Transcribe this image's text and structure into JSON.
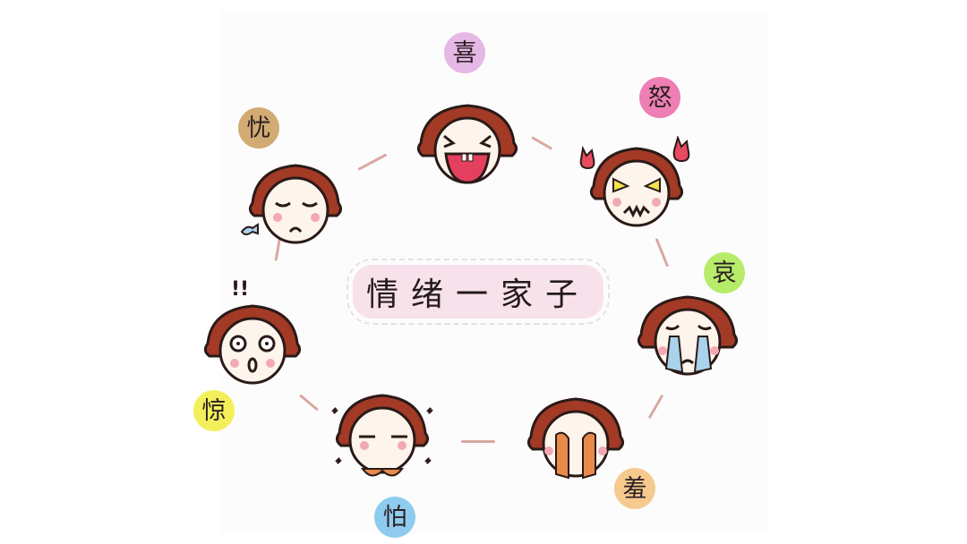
{
  "title": "情绪一家子",
  "emotions": [
    {
      "id": "joy",
      "label": "喜",
      "color": "#e6b8e6",
      "expression": "laughing"
    },
    {
      "id": "anger",
      "label": "怒",
      "color": "#ee7fb4",
      "expression": "angry-with-flames"
    },
    {
      "id": "sorrow",
      "label": "哀",
      "color": "#b7ec6a",
      "expression": "crying"
    },
    {
      "id": "shy",
      "label": "羞",
      "color": "#f6c98f",
      "expression": "hands-covering-face"
    },
    {
      "id": "fear",
      "label": "怕",
      "color": "#8fcbef",
      "expression": "trembling"
    },
    {
      "id": "surprise",
      "label": "惊",
      "color": "#f3ef5a",
      "expression": "wide-eyed"
    },
    {
      "id": "worry",
      "label": "忧",
      "color": "#d2ab72",
      "expression": "sighing"
    }
  ],
  "colors": {
    "hair": "#a33a26",
    "skin": "#fdf4ec",
    "blush": "#f2a9b4",
    "outline": "#2a1a17",
    "connector": "#d9a8a0",
    "title_bg": "#f7e1ea"
  }
}
